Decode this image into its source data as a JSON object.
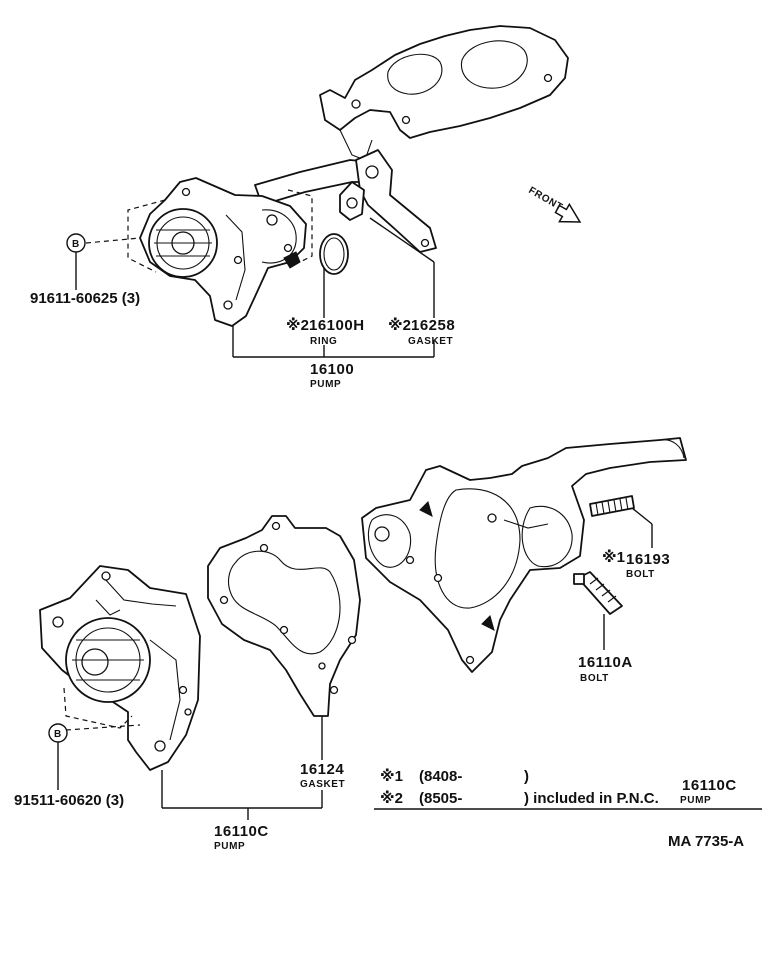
{
  "diagram_code": "MA 7735-A",
  "front_label": "FRONT",
  "upper": {
    "bolt_symbol": "B",
    "bolt_part": "91611-60625 (3)",
    "ring": {
      "mark": "※2",
      "part": "16100H",
      "name": "RING"
    },
    "gasket": {
      "mark": "※2",
      "part": "16258",
      "name": "GASKET"
    },
    "pump": {
      "part": "16100",
      "name": "PUMP"
    }
  },
  "lower": {
    "bolt_symbol": "B",
    "bolt_part": "91511-60620 (3)",
    "gasket": {
      "part": "16124",
      "name": "GASKET"
    },
    "pump": {
      "part": "16110C",
      "name": "PUMP"
    },
    "stud_bolt": {
      "mark": "※1",
      "part": "16193",
      "name": "BOLT"
    },
    "bolt": {
      "part": "16110A",
      "name": "BOLT"
    }
  },
  "notes": {
    "note1_mark": "※1",
    "note1_date": "(8408-",
    "note1_close": ")",
    "note2_mark": "※2",
    "note2_date": "(8505-",
    "note2_text": ") included in P.N.C.",
    "pnc_part": "16110C",
    "pnc_name": "PUMP"
  }
}
